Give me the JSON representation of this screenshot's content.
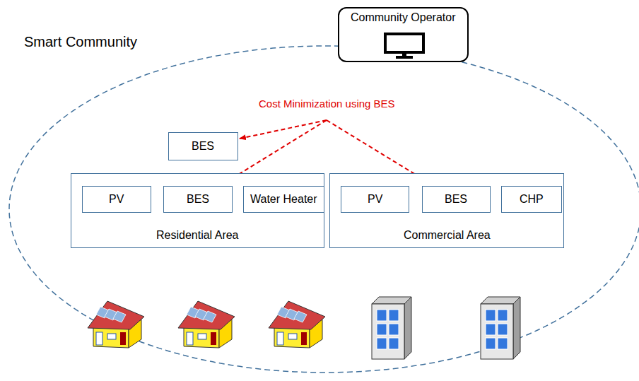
{
  "diagram": {
    "nodes": [
      {
        "text": [
          "Community Operator"
        ]
      },
      {
        "text": [
          "BES"
        ]
      },
      {
        "text": [
          "Residential Area"
        ]
      },
      {
        "text": [
          "PV"
        ],
        "in": 2
      },
      {
        "text": [
          "BES"
        ],
        "in": 2
      },
      {
        "text": [
          "Water Heater"
        ],
        "in": 2
      },
      {
        "text": [
          "Commercial Area"
        ]
      },
      {
        "text": [
          "PV"
        ],
        "in": 6
      },
      {
        "text": [
          "BES"
        ],
        "in": 6
      },
      {
        "text": [
          "CHP"
        ],
        "in": 6
      }
    ],
    "edges": [
      {
        "from": 0,
        "to": 1,
        "arrow": "to"
      },
      {
        "from": 0,
        "to": 4,
        "arrow": "to"
      },
      {
        "from": 0,
        "to": 8,
        "arrow": "to"
      }
    ],
    "labels": [
      "Smart Community",
      "Cost Minimization using BES"
    ]
  }
}
